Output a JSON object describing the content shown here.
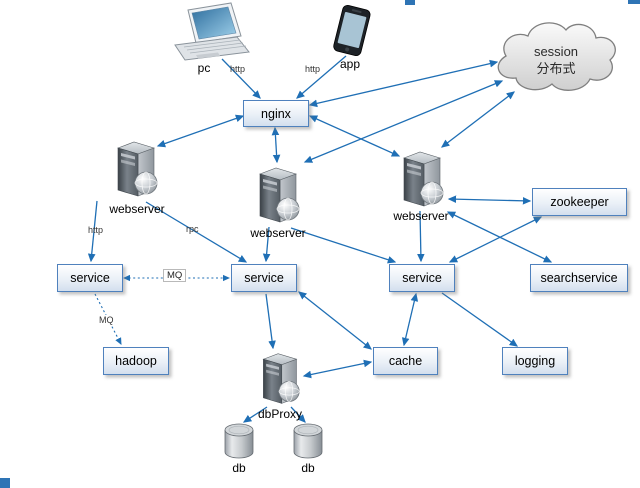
{
  "diagram": {
    "nodes": {
      "pc": "pc",
      "app": "app",
      "session": {
        "line1": "session",
        "line2": "分布式"
      },
      "nginx": "nginx",
      "webserver1": "webserver",
      "webserver2": "webserver",
      "webserver3": "webserver",
      "zookeeper": "zookeeper",
      "service1": "service",
      "service2": "service",
      "service3": "service",
      "searchservice": "searchservice",
      "hadoop": "hadoop",
      "cache": "cache",
      "logging": "logging",
      "dbproxy": "dbProxy",
      "db1": "db",
      "db2": "db"
    },
    "edge_labels": {
      "pc_nginx": "http",
      "app_nginx": "http",
      "ws1_service1": "http",
      "ws1_service2": "rpc",
      "service1_service2": "MQ",
      "service1_hadoop": "MQ"
    },
    "colors": {
      "arrow": "#1f6fb5",
      "box_border": "#4f81bd",
      "box_fill": "#d3dfee",
      "background": "#ffffff"
    }
  }
}
